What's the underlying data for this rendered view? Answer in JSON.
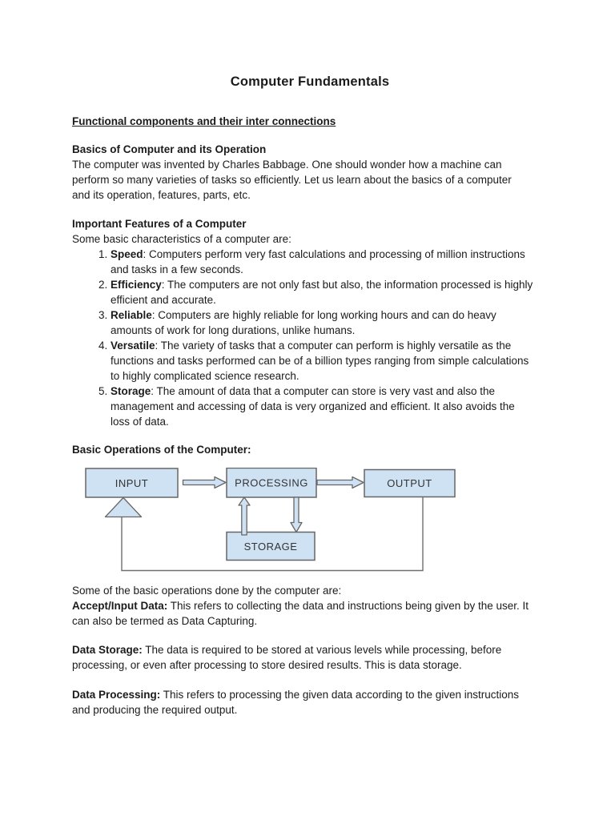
{
  "document": {
    "title": "Computer Fundamentals",
    "main_heading": "Functional components and their inter connections",
    "basics": {
      "heading": "Basics of Computer and its Operation",
      "lines": [
        "The computer was invented by Charles Babbage. One should wonder how a machine can",
        "perform so many varieties of tasks so efficiently. Let us learn about the basics of a computer",
        "and its operation, features, parts, etc."
      ]
    },
    "features": {
      "heading": "Important Features of a Computer",
      "intro": "Some basic characteristics of a computer are:",
      "items": [
        {
          "term": "Speed",
          "rest": [
            ": Computers perform very fast calculations and processing of million instructions",
            "and tasks in a few seconds."
          ]
        },
        {
          "term": "Efficiency",
          "rest": [
            ": The computers are not only fast but also, the information processed is highly",
            "efficient and accurate."
          ]
        },
        {
          "term": "Reliable",
          "rest": [
            ": Computers are highly reliable for long working hours and can do heavy",
            "amounts of work for long durations, unlike humans."
          ]
        },
        {
          "term": "Versatile",
          "rest": [
            ": The variety of tasks that a computer can perform is highly versatile as the",
            "functions and tasks performed can be of a billion types ranging from simple calculations",
            "to highly complicated science research."
          ]
        },
        {
          "term": "Storage",
          "rest": [
            ": The amount of data that a computer can store is very vast and also the",
            "management and accessing of data is very organized and efficient. It also avoids the",
            "loss of data."
          ]
        }
      ]
    },
    "operations": {
      "heading": "Basic Operations of the Computer:",
      "intro": "Some of the basic operations done by the computer are:",
      "paragraphs": [
        {
          "term": "Accept/Input Data:",
          "rest": [
            " This refers to collecting the data and instructions being given by the user. It",
            "can also be termed as Data Capturing."
          ]
        },
        {
          "term": "Data Storage:",
          "rest": [
            " The data is required to be stored at various levels while processing, before",
            "processing, or even after processing to store desired results. This is data storage."
          ]
        },
        {
          "term": "Data Processing:",
          "rest": [
            " This refers to processing the given data according to the given instructions",
            "and producing the required output."
          ]
        }
      ]
    }
  },
  "diagram": {
    "boxes": {
      "input": "INPUT",
      "processing": "PROCESSING",
      "output": "OUTPUT",
      "storage": "STORAGE"
    },
    "colors": {
      "box_fill": "#cfe2f3",
      "box_border": "#666666",
      "arrow_fill": "#cfe2f3",
      "line": "#707070",
      "diagram_text": "#333333"
    }
  }
}
